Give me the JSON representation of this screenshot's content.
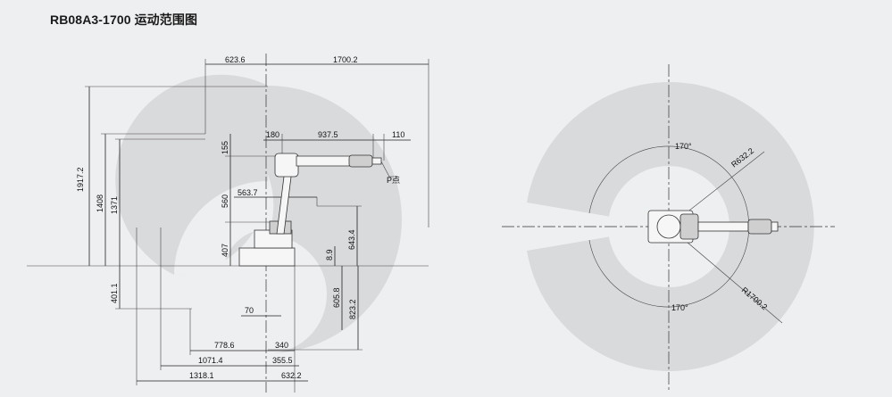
{
  "header": {
    "title": "RB08A3-1700 运动范围图"
  },
  "side_view": {
    "dimensions": {
      "top_left": "623.6",
      "top_right": "1700.2",
      "upper_left": "180",
      "upper_mid": "937.5",
      "upper_right": "110",
      "height_total": "1917.2",
      "height_1408": "1408",
      "height_1371": "1371",
      "height_401": "401.1",
      "arm_155": "155",
      "arm_560": "560",
      "base_407": "407",
      "reach_563": "563.7",
      "right_643": "643.4",
      "right_89": "8.9",
      "right_605": "605.8",
      "right_823": "823.2",
      "inner_70": "70",
      "bottom_778": "778.6",
      "bottom_340": "340",
      "bottom_1071": "1071.4",
      "bottom_355": "355.5",
      "bottom_1318": "1318.1",
      "bottom_632": "632.2",
      "point_label": "P点"
    }
  },
  "top_view": {
    "dimensions": {
      "angle_top": "170°",
      "angle_bottom": "170°",
      "inner_radius": "R632.2",
      "outer_radius": "R1700.2"
    }
  }
}
